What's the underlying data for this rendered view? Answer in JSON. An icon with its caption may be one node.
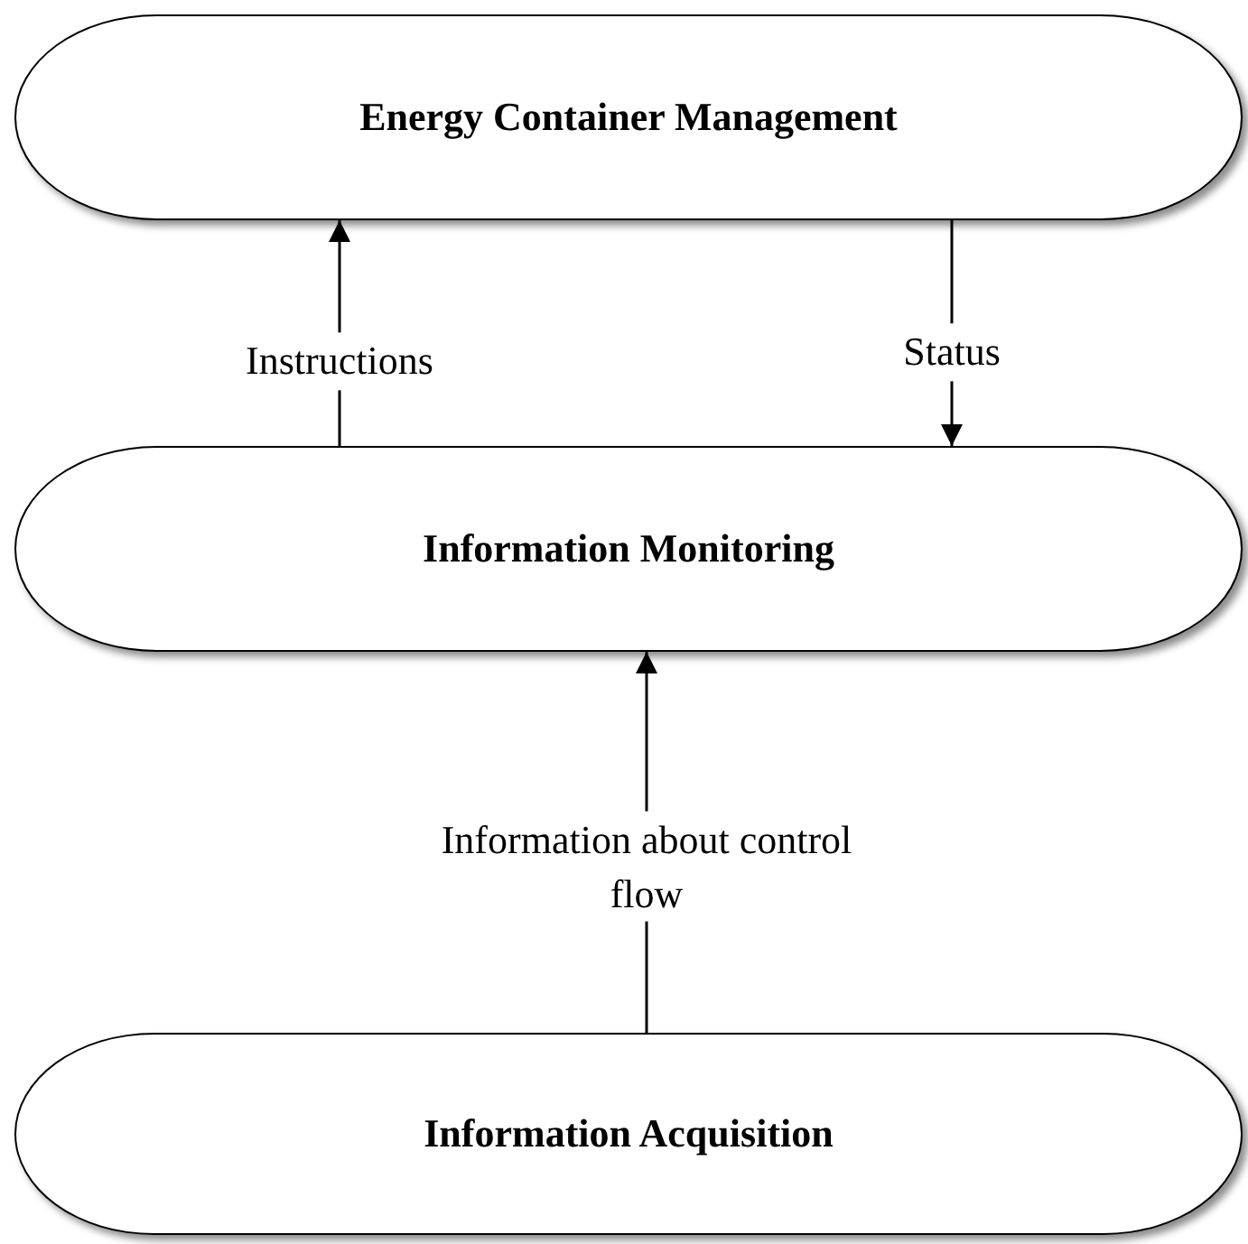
{
  "diagram": {
    "nodes": [
      {
        "text": [
          "Energy Container Management"
        ]
      },
      {
        "text": [
          "Information Monitoring"
        ]
      },
      {
        "text": [
          "Information Acquisition"
        ]
      }
    ],
    "edges": [
      {
        "from": 1,
        "to": 0,
        "arrow": "to",
        "label": "Instructions"
      },
      {
        "from": 0,
        "to": 1,
        "arrow": "to",
        "label": "Status"
      },
      {
        "from": 2,
        "to": 1,
        "arrow": "to",
        "label": "Information about control flow"
      }
    ]
  }
}
